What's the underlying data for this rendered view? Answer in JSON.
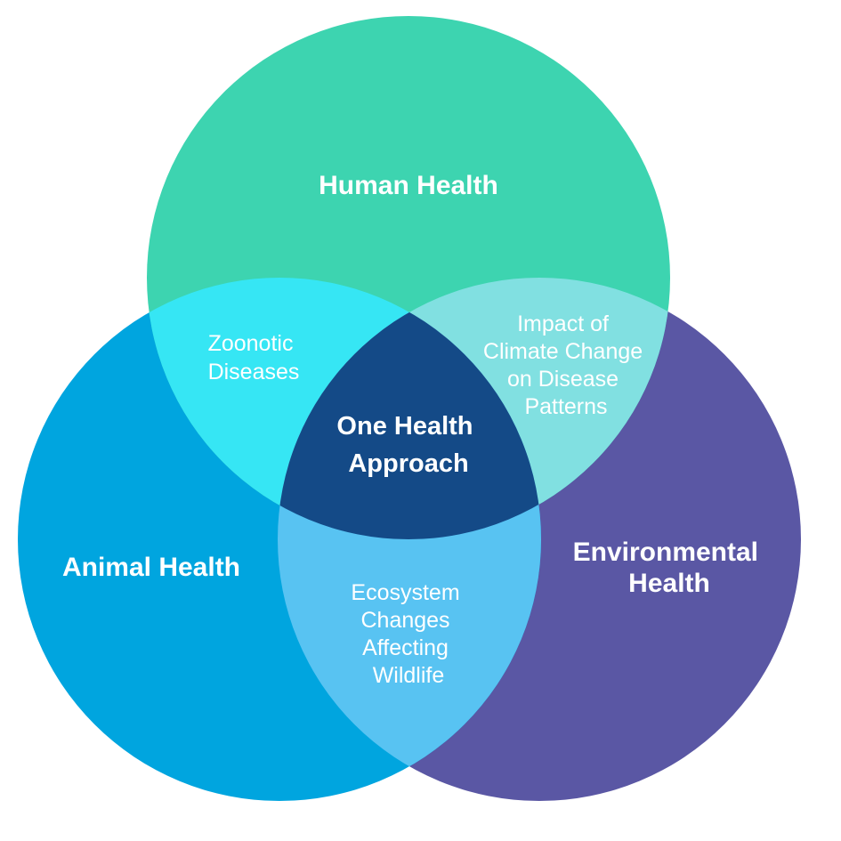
{
  "sets": {
    "human": {
      "label_lines": [
        "Human Health"
      ],
      "color": "#3dd4b0"
    },
    "animal": {
      "label_lines": [
        "Animal Health"
      ],
      "color": "#00a5df"
    },
    "environmental": {
      "label_lines": [
        "Environmental",
        "Health"
      ],
      "color": "#5a57a4"
    }
  },
  "overlaps": {
    "human_animal": {
      "label_lines": [
        "Zoonotic",
        "Diseases"
      ],
      "color": "#36e6f4"
    },
    "human_environmental": {
      "label_lines": [
        "Impact of",
        "Climate Change",
        "on Disease",
        "Patterns"
      ],
      "color": "#81e0e1"
    },
    "animal_environmental": {
      "label_lines": [
        "Ecosystem",
        "Changes",
        "Affecting",
        "Wildlife"
      ],
      "color": "#58c3f2"
    },
    "all": {
      "label_lines": [
        "One Health",
        "Approach"
      ],
      "color": "#144a87"
    }
  }
}
